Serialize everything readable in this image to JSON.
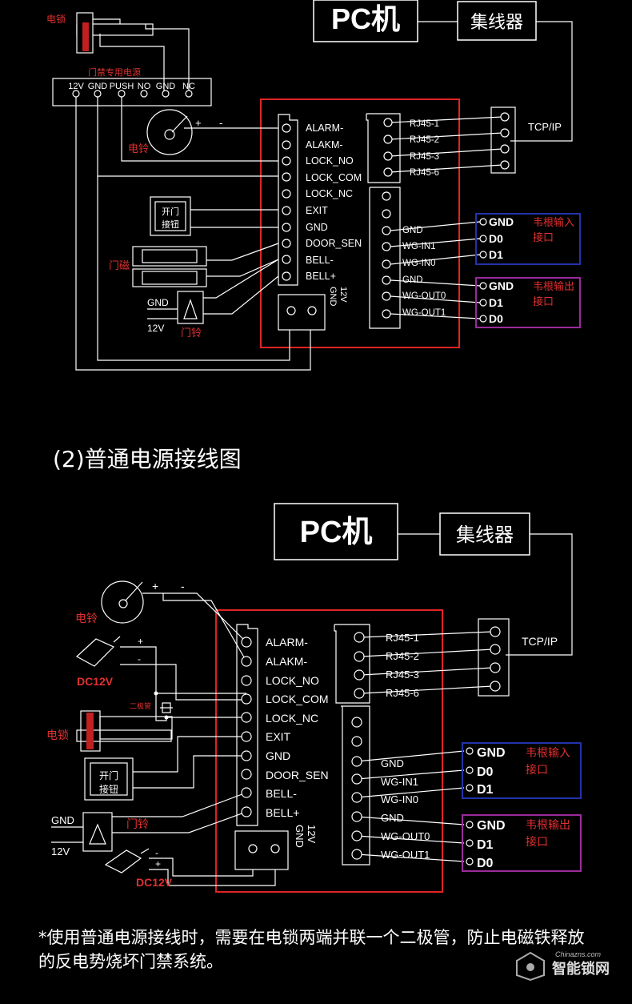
{
  "colors": {
    "background": "#000000",
    "line": "#ffffff",
    "red_label": "#e03030",
    "red_box": "#e02424",
    "blue_box": "#2233aa",
    "purple_box": "#9b2b9b"
  },
  "diagram1": {
    "pc_label": "PC机",
    "hub_label": "集线器",
    "tcpip_label": "TCP/IP",
    "lock_label": "电锁",
    "power_title": "门禁专用电源",
    "power_terminals": [
      "12V",
      "GND",
      "PUSH",
      "NO",
      "GND",
      "NC"
    ],
    "bell_label": "电铃",
    "bell_plus": "+",
    "bell_minus": "-",
    "exit_button": [
      "开门",
      "接钮"
    ],
    "magnet_label": "门磁",
    "doorbell_label": "门铃",
    "doorbell_gnd": "GND",
    "doorbell_12v": "12V",
    "left_terminals": [
      "ALARM-",
      "ALAKM-",
      "LOCK_NO",
      "LOCK_COM",
      "LOCK_NC",
      "EXIT",
      "GND",
      "DOOR_SEN",
      "BELL-",
      "BELL+"
    ],
    "rj45_terminals": [
      "RJ45-1",
      "RJ45-2",
      "RJ45-3",
      "RJ45-6"
    ],
    "wg_terminals": [
      "GND",
      "WG-IN1",
      "WG-IN0",
      "GND",
      "WG-OUT0",
      "WG-OUT1"
    ],
    "power_in_labels": [
      "12V",
      "GND"
    ],
    "wg_in_box": {
      "pins": [
        "GND",
        "D0",
        "D1"
      ],
      "title": [
        "韦根输入",
        "接口"
      ]
    },
    "wg_out_box": {
      "pins": [
        "GND",
        "D1",
        "D0"
      ],
      "title": [
        "韦根输出",
        "接口"
      ]
    }
  },
  "section_title": "(2)普通电源接线图",
  "diagram2": {
    "pc_label": "PC机",
    "hub_label": "集线器",
    "tcpip_label": "TCP/IP",
    "bell_label": "电铃",
    "bell_plus": "+",
    "bell_minus": "-",
    "adapter_label": "DC12V",
    "adapter_plus": "+",
    "adapter_minus": "-",
    "diode_label": "二极管",
    "lock_label": "电锁",
    "exit_button": [
      "开门",
      "接钮"
    ],
    "doorbell_label": "门铃",
    "doorbell_gnd": "GND",
    "doorbell_12v": "12V",
    "adapter2_label": "DC12V",
    "adapter2_minus": "-",
    "adapter2_plus": "+",
    "left_terminals": [
      "ALARM-",
      "ALAKM-",
      "LOCK_NO",
      "LOCK_COM",
      "LOCK_NC",
      "EXIT",
      "GND",
      "DOOR_SEN",
      "BELL-",
      "BELL+"
    ],
    "rj45_terminals": [
      "RJ45-1",
      "RJ45-2",
      "RJ45-3",
      "RJ45-6"
    ],
    "wg_terminals": [
      "GND",
      "WG-IN1",
      "WG-IN0",
      "GND",
      "WG-OUT0",
      "WG-OUT1"
    ],
    "power_in_labels": [
      "12V",
      "GND"
    ],
    "wg_in_box": {
      "pins": [
        "GND",
        "D0",
        "D1"
      ],
      "title": [
        "韦根输入",
        "接口"
      ]
    },
    "wg_out_box": {
      "pins": [
        "GND",
        "D1",
        "D0"
      ],
      "title": [
        "韦根输出",
        "接口"
      ]
    }
  },
  "footnote": "*使用普通电源接线时，需要在电锁两端并联一个二极管，防止电磁铁释放的反电势烧坏门禁系统。",
  "watermark": {
    "cn": "智能锁网",
    "en": "Chinazns.com"
  }
}
